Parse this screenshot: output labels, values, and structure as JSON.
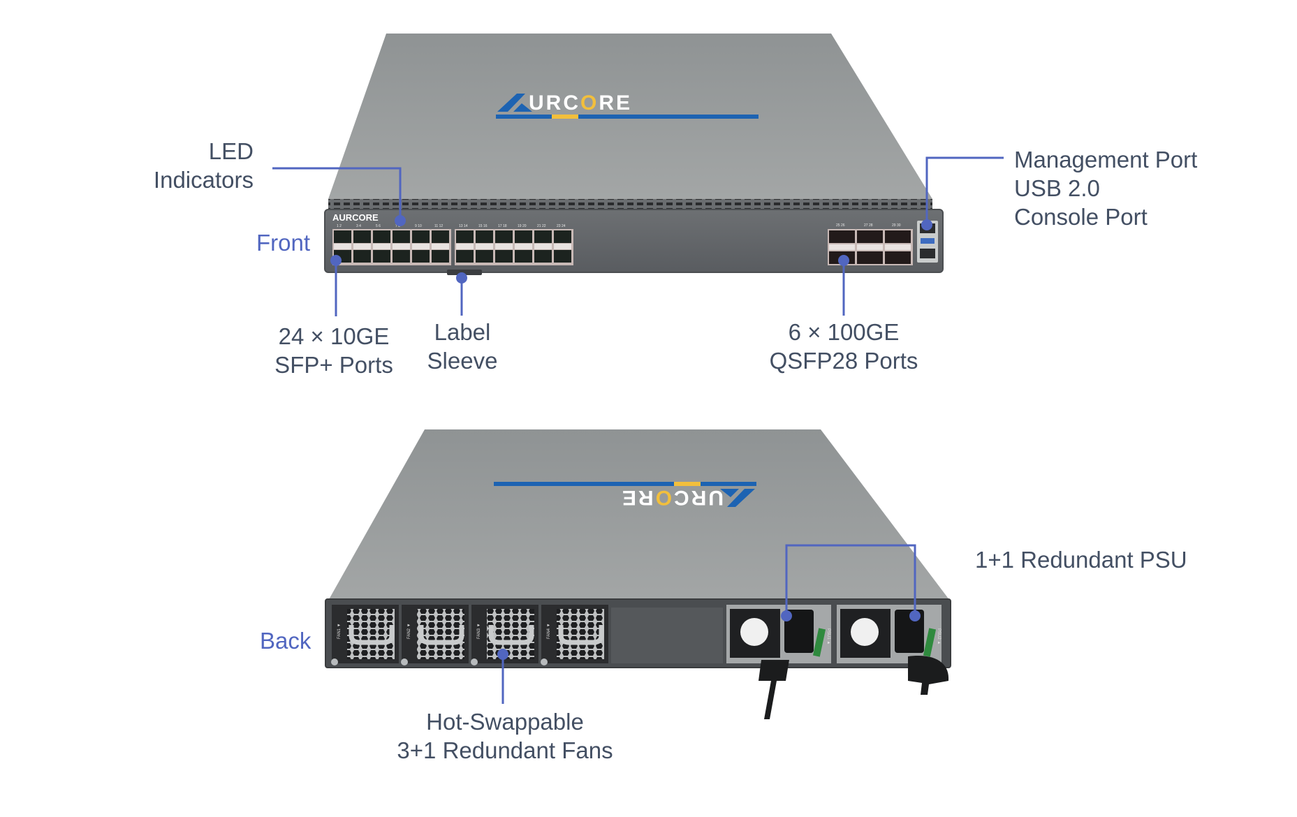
{
  "brand": {
    "name": "AURCORE",
    "colors": {
      "blue": "#1d63b2",
      "yellow": "#f2bf3c",
      "white": "#ffffff"
    }
  },
  "colors": {
    "callout": "#5166c0",
    "label_text": "#434f63",
    "chassis_top": "#9a9d9d",
    "chassis_face": "#5f6265",
    "background": "#ffffff"
  },
  "views": {
    "front": {
      "title": "Front",
      "port_labels_sfp": [
        "1 2",
        "3 4",
        "5 6",
        "7 8",
        "9 10",
        "11 12",
        "13 14",
        "15 16",
        "17 18",
        "19 20",
        "21 22",
        "23 24"
      ],
      "port_labels_qsfp": [
        "25 26",
        "27 28",
        "29 30"
      ]
    },
    "back": {
      "title": "Back",
      "fan_labels": [
        "FAN1",
        "FAN2",
        "FAN3",
        "FAN4"
      ],
      "psu_labels": [
        "PSU1",
        "PSU2"
      ]
    }
  },
  "callouts": {
    "led": [
      "LED",
      "Indicators"
    ],
    "mgmt": [
      "Management Port",
      "USB 2.0",
      "Console Port"
    ],
    "sfp": [
      "24 × 10GE",
      "SFP+ Ports"
    ],
    "sleeve": [
      "Label",
      "Sleeve"
    ],
    "qsfp": [
      "6 × 100GE",
      "QSFP28 Ports"
    ],
    "psu": [
      "1+1 Redundant PSU"
    ],
    "fans": [
      "Hot-Swappable",
      "3+1 Redundant Fans"
    ]
  }
}
